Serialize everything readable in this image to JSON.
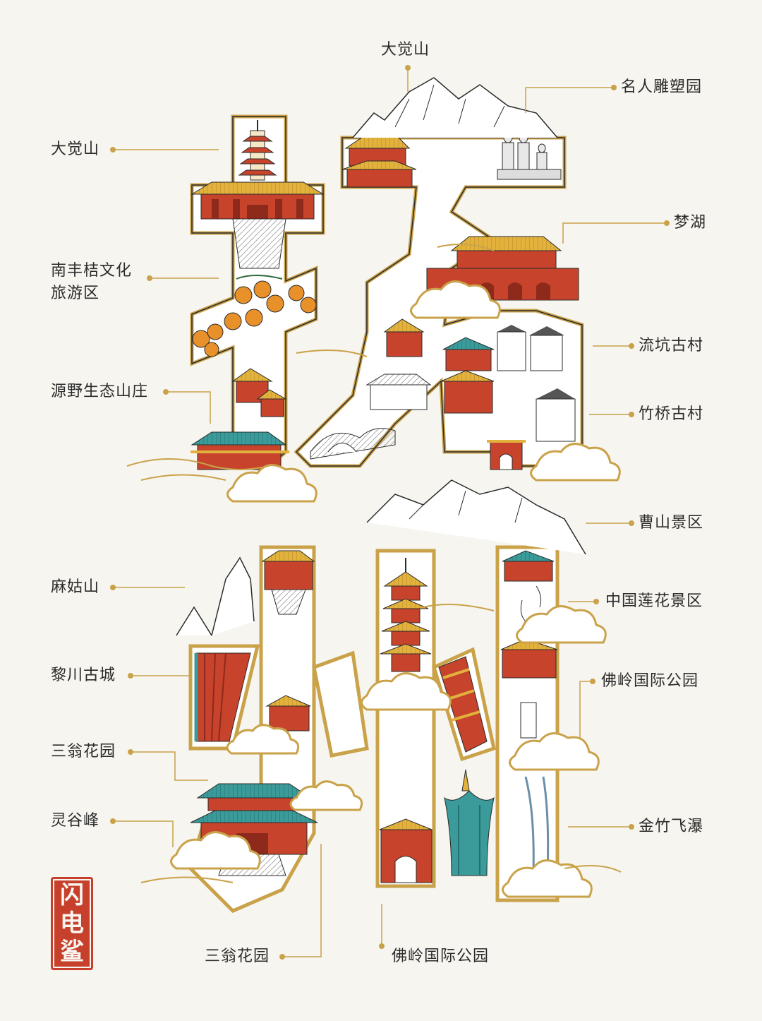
{
  "labels": {
    "top_center": "大觉山",
    "top_left": "大觉山",
    "famous_sculpture": "名人雕塑园",
    "menghu": "梦湖",
    "nanfeng_line1": "南丰桔文化",
    "nanfeng_line2": "旅游区",
    "liukeng": "流坑古村",
    "yuanye": "源野生态山庄",
    "zhuqiao": "竹桥古村",
    "caoshan": "曹山景区",
    "magu": "麻姑山",
    "lianhua": "中国莲花景区",
    "lichuan": "黎川古城",
    "foling_right": "佛岭国际公园",
    "sanweng_left": "三翁花园",
    "lingu": "灵谷峰",
    "jinzhu": "金竹飞瀑",
    "sanweng_bottom": "三翁花园",
    "foling_bottom": "佛岭国际公园"
  },
  "seal": {
    "char1": "闪",
    "char2": "电",
    "char3": "鲨"
  },
  "colors": {
    "gold": "#c9a24a",
    "red": "#c7432c",
    "teal": "#2d8f8f",
    "orange": "#e8902a",
    "ink": "#2b2b2b"
  }
}
